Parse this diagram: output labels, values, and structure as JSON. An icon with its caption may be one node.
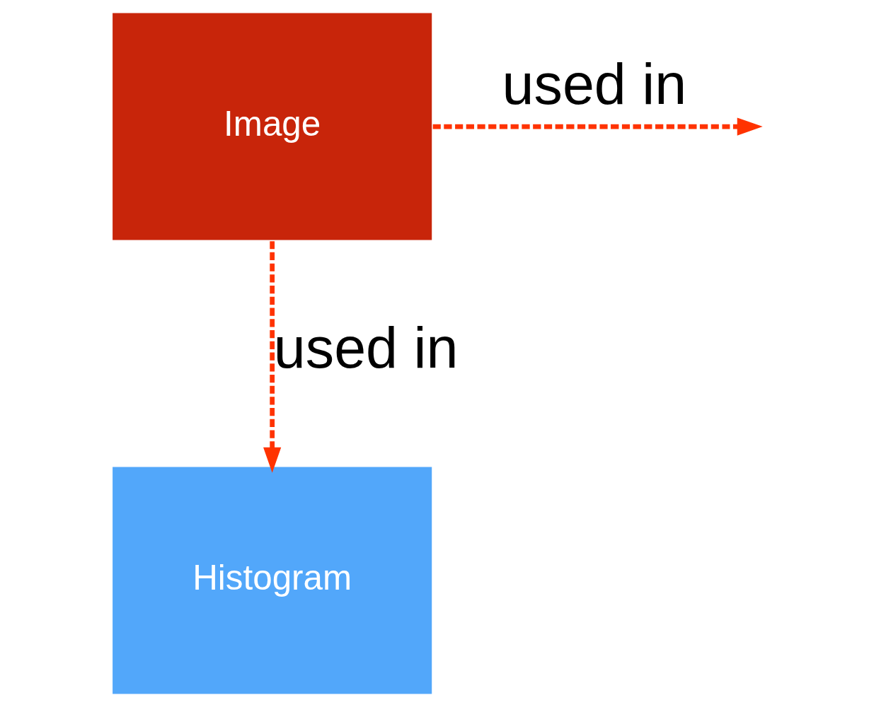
{
  "diagram": {
    "nodes": [
      {
        "text": [
          "Image"
        ]
      },
      {
        "text": [
          "Histogram"
        ]
      }
    ],
    "edges": [
      {
        "from": 0,
        "to": null,
        "arrow": "to",
        "label": "used in",
        "style": "dashed",
        "color": "#ff3300"
      },
      {
        "from": 0,
        "to": 1,
        "arrow": "to",
        "label": "used in",
        "style": "dashed",
        "color": "#ff3300"
      }
    ]
  }
}
